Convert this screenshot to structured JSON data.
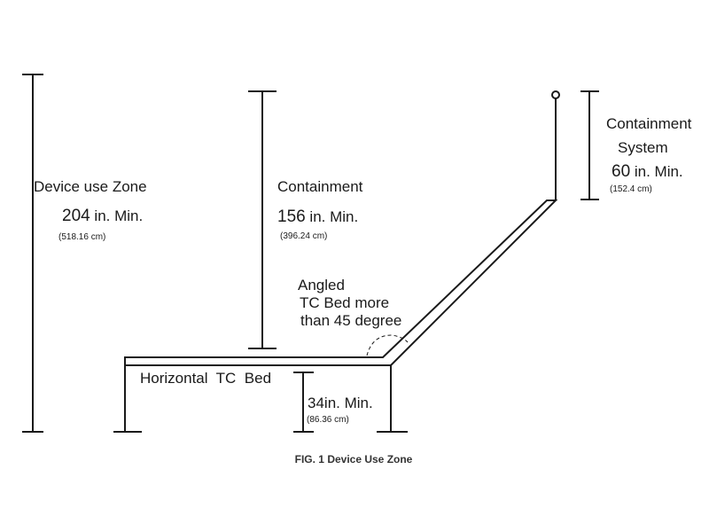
{
  "device_zone": {
    "title": "Device use Zone",
    "value": "204",
    "unit": " in. Min.",
    "metric": "(518.16 cm)"
  },
  "containment": {
    "title": "Containment",
    "value": "156",
    "unit": " in. Min.",
    "metric": "(396.24 cm)"
  },
  "containment_system": {
    "title_line1": "Containment",
    "title_line2": "System",
    "value": "60",
    "unit": " in. Min.",
    "metric": "(152.4 cm)"
  },
  "angled_bed": {
    "line1": "Angled",
    "line2": "TC Bed more",
    "line3": "than 45 degree"
  },
  "horizontal_bed": {
    "label": "Horizontal  TC  Bed"
  },
  "bed_height": {
    "value": "34",
    "unit": "in. Min.",
    "metric": "(86.36 cm)"
  },
  "caption": "FIG. 1 Device Use Zone"
}
